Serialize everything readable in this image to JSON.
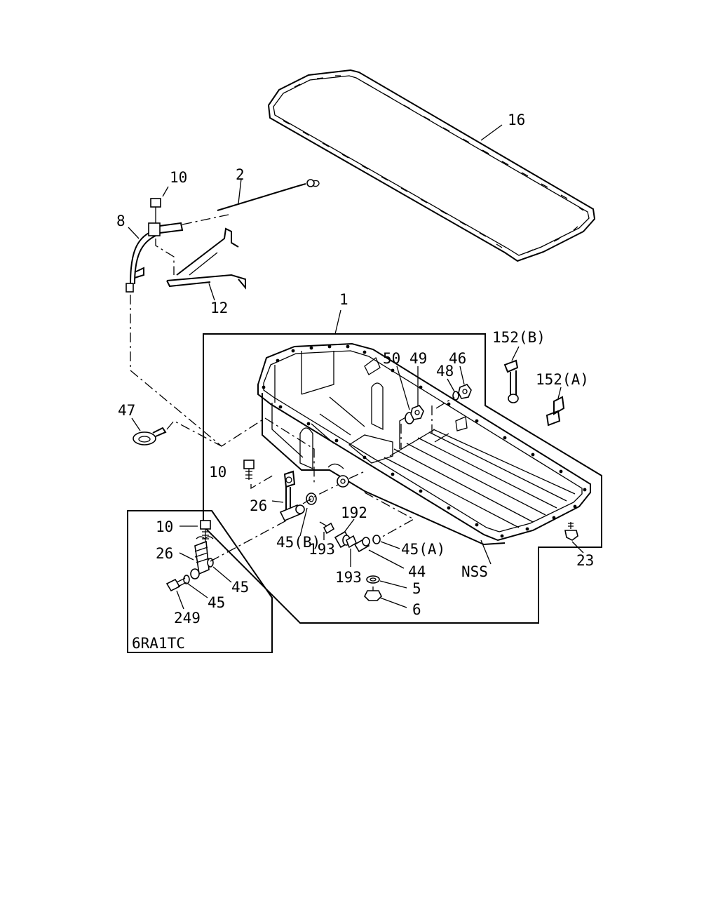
{
  "labels": {
    "gasket": "16",
    "dipstick": "2",
    "bolt_top": "10",
    "guide_tube": "8",
    "bracket": "12",
    "oil_pan": "1",
    "clip_b": "152(B)",
    "clip_a": "152(A)",
    "washer_50": "50",
    "nut_49": "49",
    "washer_48": "48",
    "nut_46": "46",
    "ring_47": "47",
    "bolt_mid": "10",
    "pipe_26": "26",
    "washer_45b": "45(B)",
    "part_192": "192",
    "part_193a": "193",
    "part_193b": "193",
    "washer_45a": "45(A)",
    "fitting_44": "44",
    "washer_5": "5",
    "plug_6": "6",
    "nss": "NSS",
    "bolt_23": "23",
    "inset_bolt_10": "10",
    "inset_pipe_26": "26",
    "inset_seal_45a": "45",
    "inset_seal_45b": "45",
    "inset_bolt_249": "249",
    "inset_title": "6RA1TC"
  }
}
